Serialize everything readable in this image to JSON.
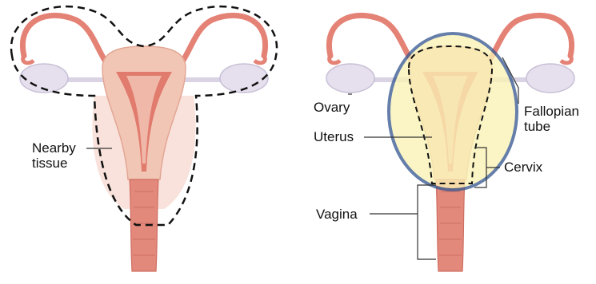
{
  "labels": {
    "nearby_tissue": {
      "line1": "Nearby",
      "line2": "tissue"
    },
    "ovary": "Ovary",
    "uterus": "Uterus",
    "vagina": "Vagina",
    "fallopian_tube": {
      "line1": "Fallopian",
      "line2": "tube"
    },
    "cervix": "Cervix"
  },
  "colors": {
    "uterus_wall": "#f2c6b5",
    "uterus_cavity": "#e07b6e",
    "tube": "#e58276",
    "ovary": "#e6e0ee",
    "vagina": "#e2897c",
    "highlight_fill": "#fbf3b5",
    "highlight_ring": "#3a5b93",
    "tissue": "#f7dbd2"
  }
}
